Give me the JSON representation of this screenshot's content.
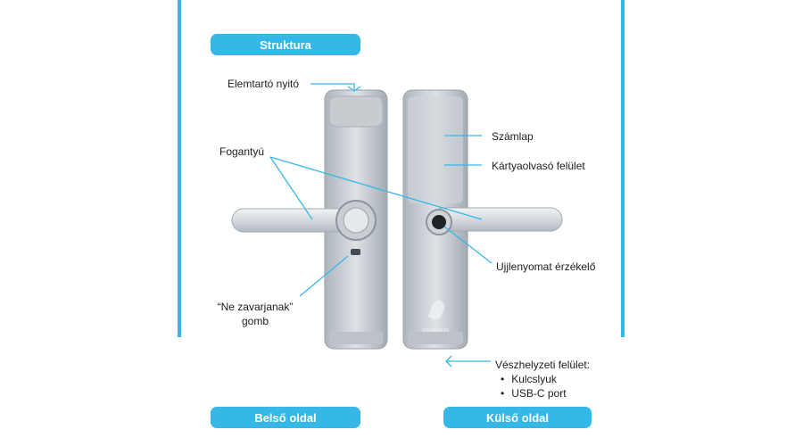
{
  "header": {
    "title": "Struktura"
  },
  "labels": {
    "battery": "Elemtartó nyitó",
    "handle": "Fogantyú",
    "dnd_line1": "“Ne zavarjanak”",
    "dnd_line2": "gomb",
    "keypad": "Számlap",
    "card_reader": "Kártyaolvasó felület",
    "fingerprint": "Ujjlenyomat érzékelő",
    "emergency": "Vészhelyzeti felület:",
    "emergency_items": [
      "Kulcslyuk",
      "USB-C port"
    ]
  },
  "footer": {
    "inner_side": "Belső oldal",
    "outer_side": "Külső oldal"
  },
  "brand": {
    "logo_text": "SMARTPASS"
  },
  "colors": {
    "accent": "#35b8e8",
    "text": "#1c1c1c"
  }
}
